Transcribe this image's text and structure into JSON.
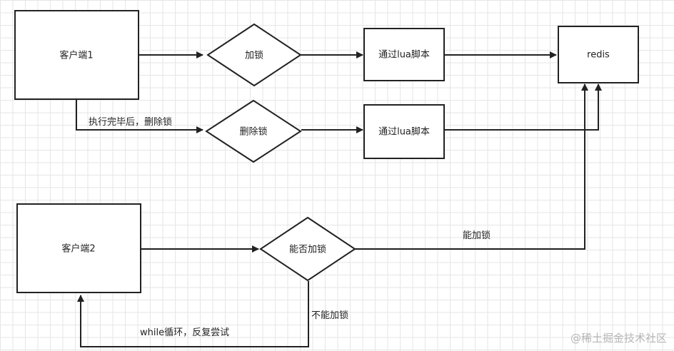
{
  "nodes": {
    "client1": "客户端1",
    "lock": "加锁",
    "lua1": "通过lua脚本",
    "redis": "redis",
    "unlock": "删除锁",
    "lua2": "通过lua脚本",
    "client2": "客户端2",
    "canlock": "能否加锁"
  },
  "edges": {
    "after_exec": "执行完毕后，删除锁",
    "can_lock": "能加锁",
    "cannot_lock": "不能加锁",
    "retry": "while循环，反复尝试"
  },
  "watermark": "@稀土掘金技术社区"
}
